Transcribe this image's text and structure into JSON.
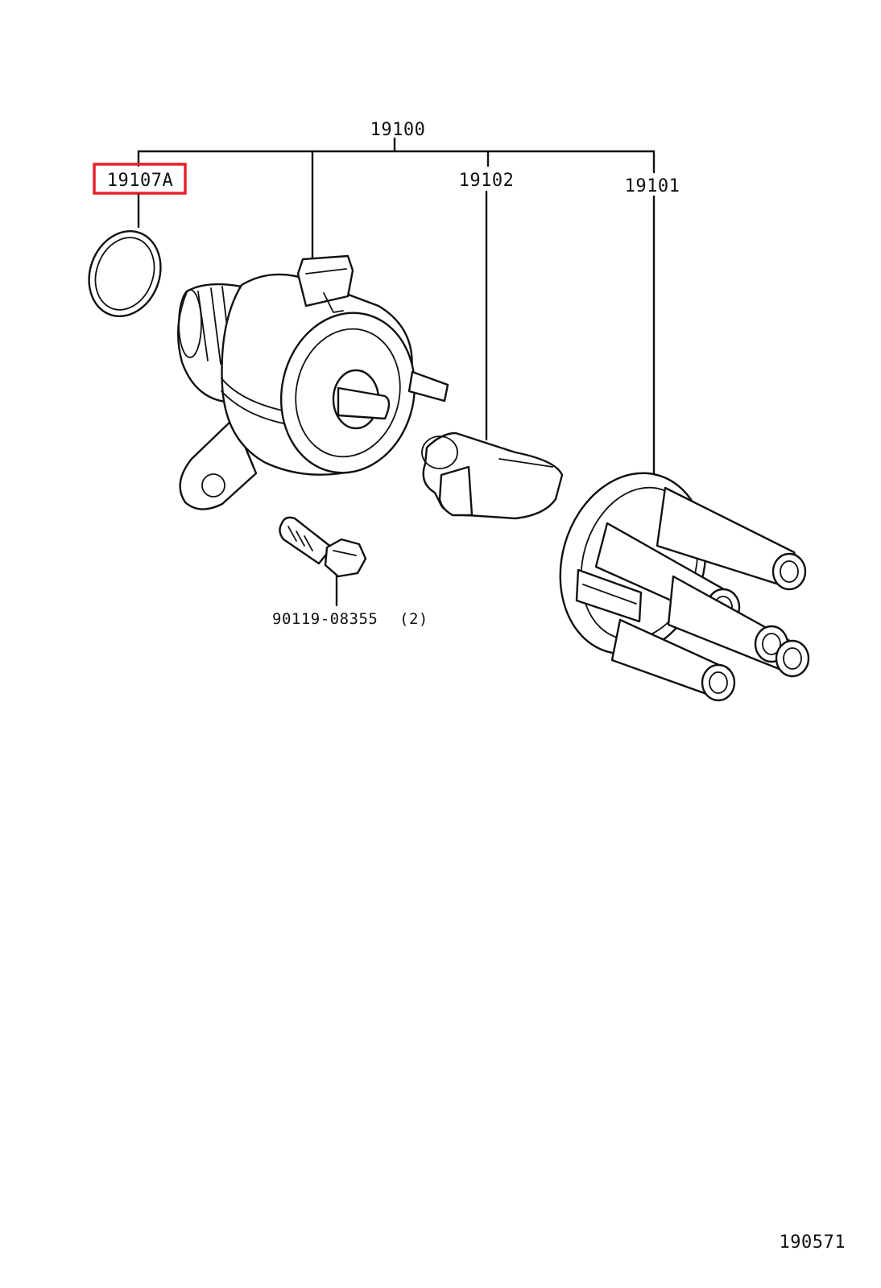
{
  "diagram": {
    "labels": {
      "assembly": "19100",
      "oring": "19107A",
      "rotor": "19102",
      "cap": "19101",
      "bolt": "90119-08355",
      "bolt_qty": "(2)",
      "page_code": "190571"
    },
    "highlight_color": "#e8202a"
  }
}
